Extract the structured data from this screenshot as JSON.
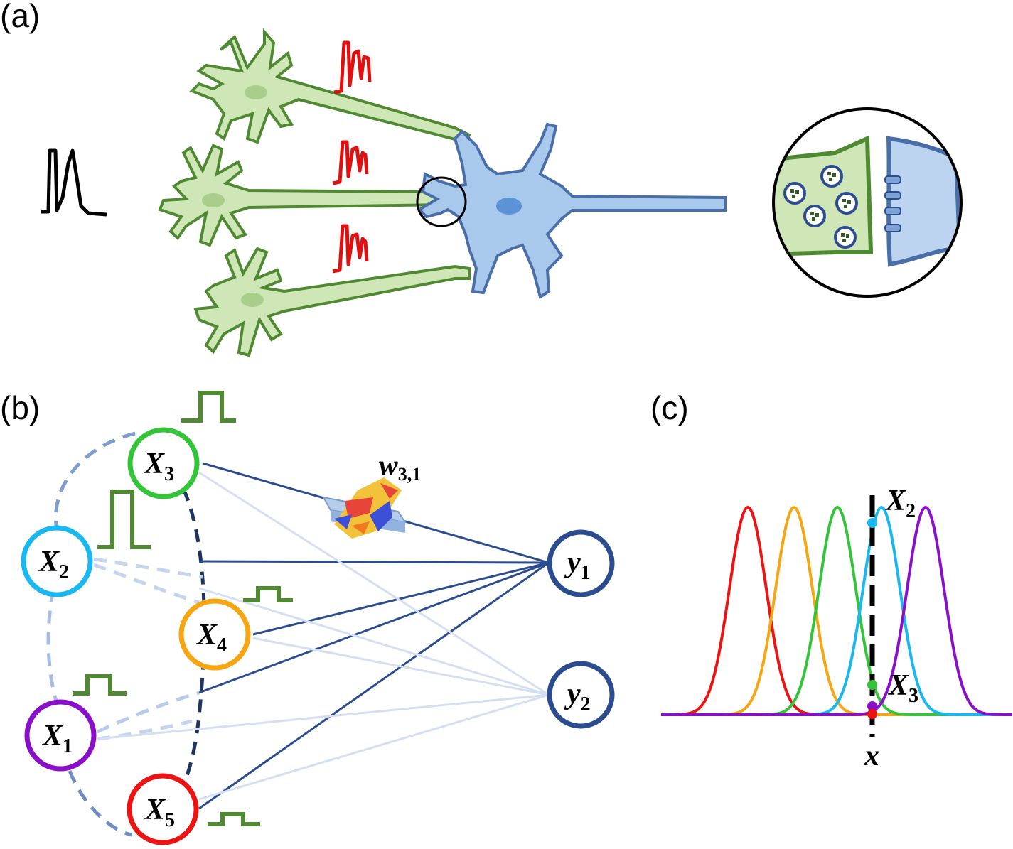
{
  "panels": {
    "a": "(a)",
    "b": "(b)",
    "c": "(c)"
  },
  "network": {
    "inputs": [
      {
        "id": "X1",
        "base": "X",
        "sub": "1",
        "color": "#8a0fc9"
      },
      {
        "id": "X2",
        "base": "X",
        "sub": "2",
        "color": "#1ab8f0"
      },
      {
        "id": "X3",
        "base": "X",
        "sub": "3",
        "color": "#33c43a"
      },
      {
        "id": "X4",
        "base": "X",
        "sub": "4",
        "color": "#f5a612"
      },
      {
        "id": "X5",
        "base": "X",
        "sub": "5",
        "color": "#ee1313"
      }
    ],
    "outputs": [
      {
        "id": "y1",
        "base": "y",
        "sub": "1",
        "color": "#2b4d8f"
      },
      {
        "id": "y2",
        "base": "y",
        "sub": "2",
        "color": "#2b4d8f"
      }
    ],
    "weight_label": {
      "base": "w",
      "sub": "3,1"
    }
  },
  "gaussians": {
    "x_label": "x",
    "marker_labels": [
      {
        "base": "X",
        "sub": "2"
      },
      {
        "base": "X",
        "sub": "3"
      }
    ],
    "colors": [
      "#ee1313",
      "#f5a612",
      "#33c43a",
      "#1ab8f0",
      "#8a0fc9"
    ]
  }
}
